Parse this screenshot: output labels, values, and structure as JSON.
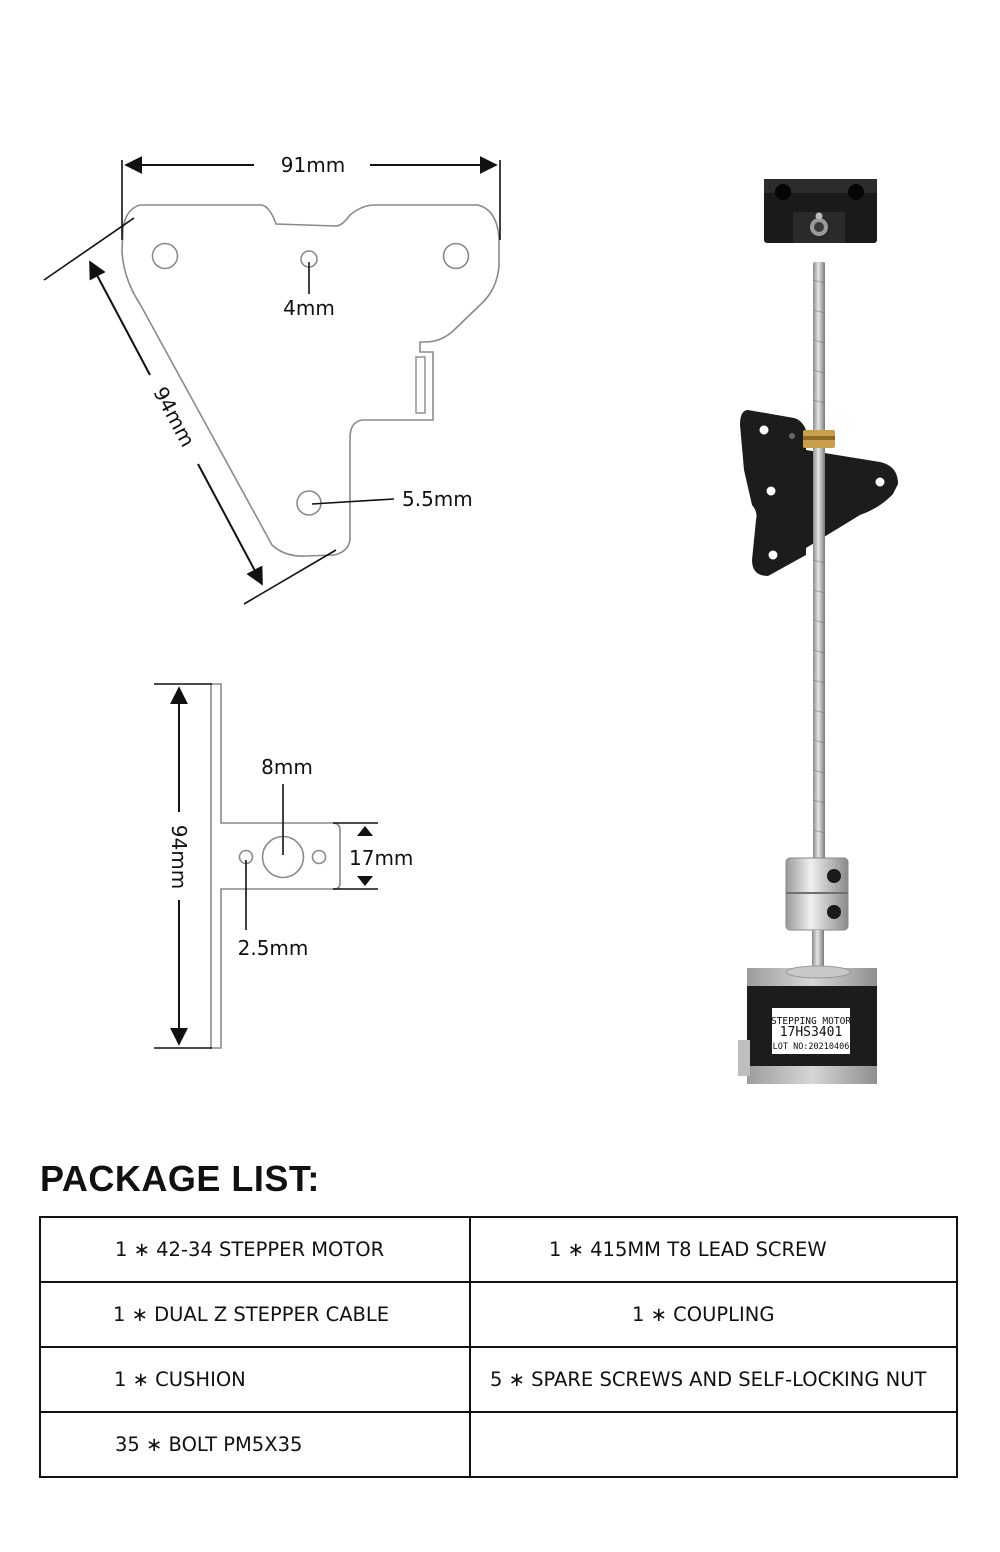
{
  "dimensions": {
    "plate_width": "91mm",
    "plate_side": "94mm",
    "plate_small_hole": "4mm",
    "plate_large_hole": "5.5mm",
    "bracket_height": "94mm",
    "bracket_center_hole": "8mm",
    "bracket_tab_height": "17mm",
    "bracket_small_hole": "2.5mm"
  },
  "motor_label": {
    "line1": "STEPPING MOTOR",
    "line2": "17HS3401",
    "line3": "LOT NO:20210406"
  },
  "package": {
    "title": "PACKAGE LIST:",
    "rows": [
      [
        "1 ∗ 42-34 STEPPER MOTOR",
        "1 ∗ 415MM T8 LEAD SCREW"
      ],
      [
        "1 ∗ DUAL Z STEPPER CABLE",
        "1 ∗ COUPLING"
      ],
      [
        "1 ∗ CUSHION",
        "5 ∗ SPARE SCREWS AND SELF-LOCKING NUT"
      ],
      [
        "35 ∗ BOLT PM5X35",
        ""
      ]
    ]
  },
  "colors": {
    "outline": "#8a8a8a",
    "ink": "#111111",
    "plate_black": "#1a1a1a",
    "brass": "#c9a04a",
    "steel": "#b8b8b8"
  }
}
